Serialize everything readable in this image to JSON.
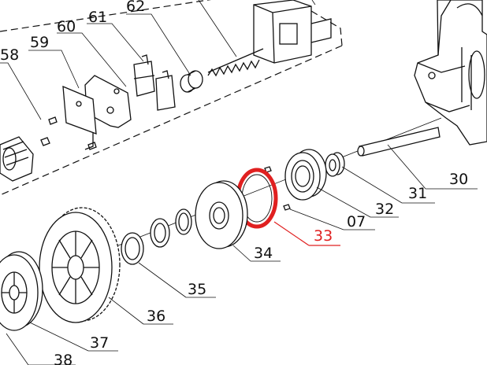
{
  "accent_color": "#e02020",
  "ink_color": "#111111",
  "parts": [
    {
      "id": "p58",
      "label": "58",
      "highlight": false
    },
    {
      "id": "p59",
      "label": "59",
      "highlight": false
    },
    {
      "id": "p60",
      "label": "60",
      "highlight": false
    },
    {
      "id": "p61",
      "label": "61",
      "highlight": false
    },
    {
      "id": "p62",
      "label": "62",
      "highlight": false
    },
    {
      "id": "p30",
      "label": "30",
      "highlight": false
    },
    {
      "id": "p31",
      "label": "31",
      "highlight": false
    },
    {
      "id": "p32",
      "label": "32",
      "highlight": false
    },
    {
      "id": "p07",
      "label": "07",
      "highlight": false
    },
    {
      "id": "p33",
      "label": "33",
      "highlight": true
    },
    {
      "id": "p34",
      "label": "34",
      "highlight": false
    },
    {
      "id": "p35",
      "label": "35",
      "highlight": false
    },
    {
      "id": "p36",
      "label": "36",
      "highlight": false
    },
    {
      "id": "p37",
      "label": "37",
      "highlight": false
    },
    {
      "id": "p38",
      "label": "38",
      "highlight": false
    }
  ]
}
